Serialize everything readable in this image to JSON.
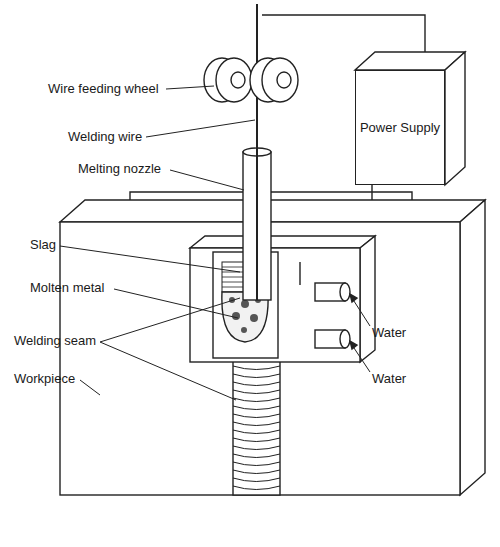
{
  "diagram": {
    "nodes": [
      {
        "text": [
          "Power Supply"
        ]
      }
    ],
    "labels": [
      "Wire feeding wheel",
      "Welding wire",
      "Melting nozzle",
      "Slag",
      "Molten metal",
      "Welding seam",
      "Workpiece",
      "Water",
      "Water"
    ]
  }
}
